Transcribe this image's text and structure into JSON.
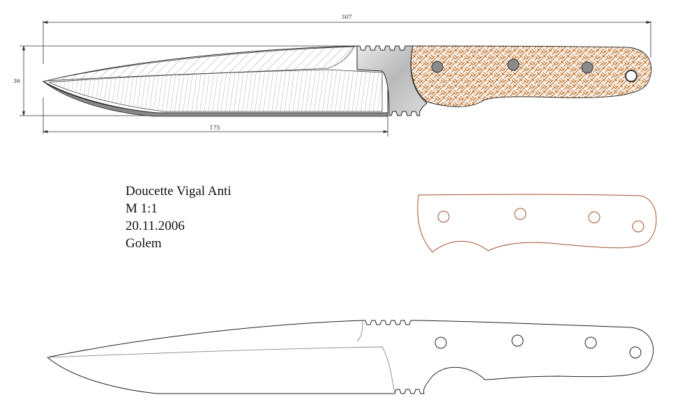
{
  "title_block": {
    "name": "Doucette Vigal Anti",
    "scale": "M 1:1",
    "date": "20.11.2006",
    "author": "Golem"
  },
  "dimensions": {
    "overall_length": "307",
    "blade_length": "175",
    "height": "36"
  },
  "colors": {
    "line": "#222222",
    "handle_outline": "#a0522d",
    "handle_hatch": "#b5651d",
    "blade_hatch": "#9a9a9a",
    "bolster_fill": "#c8c8c8",
    "hole_fill": "#8a8a8a"
  }
}
